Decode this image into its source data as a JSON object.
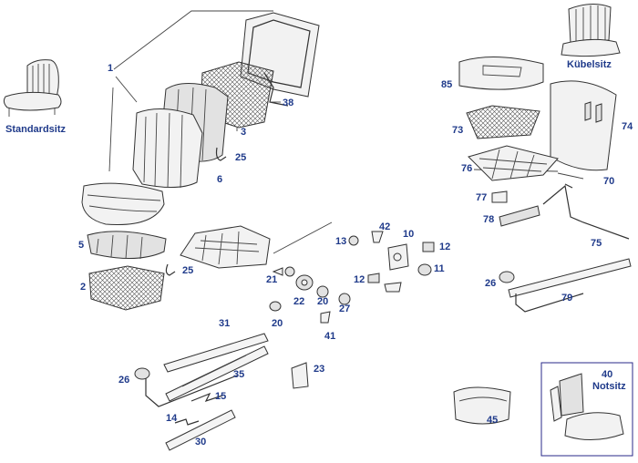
{
  "labels": {
    "standard": "Standardsitz",
    "kuebel": "Kübelsitz",
    "notsitz_num": "40",
    "notsitz": "Notsitz"
  },
  "parts": [
    {
      "id": "p1",
      "text": "1"
    },
    {
      "id": "p38",
      "text": "38"
    },
    {
      "id": "p3",
      "text": "3"
    },
    {
      "id": "p25a",
      "text": "25"
    },
    {
      "id": "p6",
      "text": "6"
    },
    {
      "id": "p5",
      "text": "5"
    },
    {
      "id": "p2",
      "text": "2"
    },
    {
      "id": "p25b",
      "text": "25"
    },
    {
      "id": "p21",
      "text": "21"
    },
    {
      "id": "p22",
      "text": "22"
    },
    {
      "id": "p20a",
      "text": "20"
    },
    {
      "id": "p20b",
      "text": "20"
    },
    {
      "id": "p27",
      "text": "27"
    },
    {
      "id": "p41",
      "text": "41"
    },
    {
      "id": "p13",
      "text": "13"
    },
    {
      "id": "p42",
      "text": "42"
    },
    {
      "id": "p10",
      "text": "10"
    },
    {
      "id": "p12a",
      "text": "12"
    },
    {
      "id": "p12b",
      "text": "12"
    },
    {
      "id": "p11",
      "text": "11"
    },
    {
      "id": "p31",
      "text": "31"
    },
    {
      "id": "p35",
      "text": "35"
    },
    {
      "id": "p26a",
      "text": "26"
    },
    {
      "id": "p15",
      "text": "15"
    },
    {
      "id": "p14",
      "text": "14"
    },
    {
      "id": "p30",
      "text": "30"
    },
    {
      "id": "p23",
      "text": "23"
    },
    {
      "id": "p45",
      "text": "45"
    },
    {
      "id": "p85",
      "text": "85"
    },
    {
      "id": "p73",
      "text": "73"
    },
    {
      "id": "p74",
      "text": "74"
    },
    {
      "id": "p76",
      "text": "76"
    },
    {
      "id": "p70",
      "text": "70"
    },
    {
      "id": "p77",
      "text": "77"
    },
    {
      "id": "p78",
      "text": "78"
    },
    {
      "id": "p75",
      "text": "75"
    },
    {
      "id": "p26b",
      "text": "26"
    },
    {
      "id": "p79",
      "text": "79"
    }
  ]
}
